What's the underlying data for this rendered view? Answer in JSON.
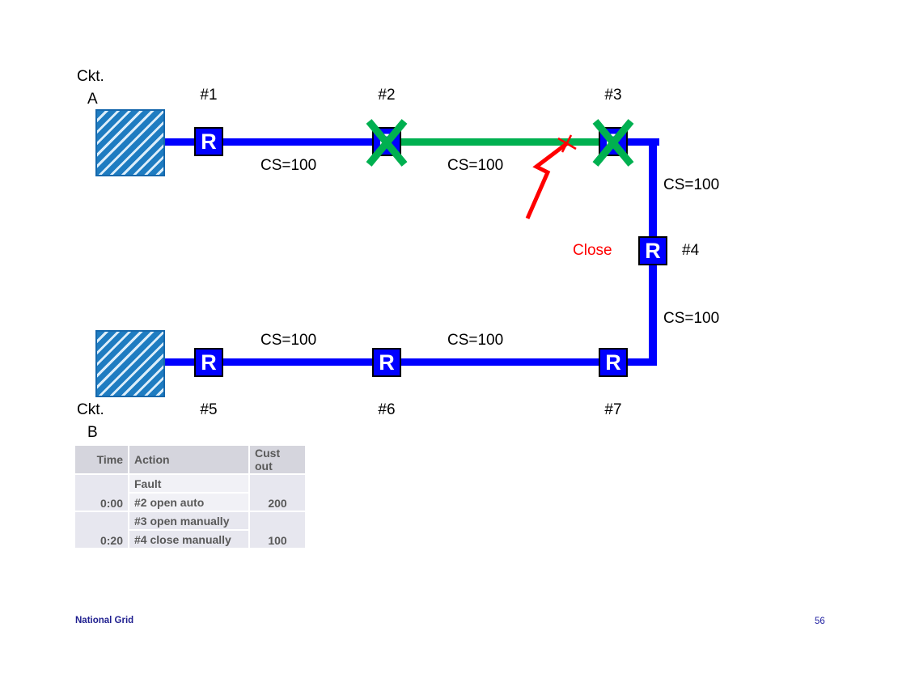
{
  "slide": {
    "footer": {
      "brand": "National Grid",
      "page_number": "56"
    }
  },
  "diagram": {
    "source_a": {
      "line1": "Ckt.",
      "line2": "A"
    },
    "source_b": {
      "line1": "Ckt.",
      "line2": "B"
    },
    "device_letter": "R",
    "cs_label": "CS=100",
    "close_label": "Close",
    "devices": [
      {
        "id": "#1"
      },
      {
        "id": "#2"
      },
      {
        "id": "#3"
      },
      {
        "id": "#4"
      },
      {
        "id": "#5"
      },
      {
        "id": "#6"
      },
      {
        "id": "#7"
      }
    ],
    "open_devices": [
      "#2",
      "#3"
    ],
    "icons": {
      "fault": "red-lightning-bolt",
      "open_marker": "green-x"
    },
    "colors": {
      "line_blue": "#0000FF",
      "energized_green": "#00B050",
      "fault_red": "#FF0000",
      "source_fill": "#1E7CC1"
    }
  },
  "table": {
    "headers": [
      "Time",
      "Action",
      "Cust out"
    ],
    "groups": [
      {
        "time": "0:00",
        "actions": [
          "Fault",
          "#2 open auto"
        ],
        "cust_out": "200"
      },
      {
        "time": "0:20",
        "actions": [
          "#3 open manually",
          "#4 close manually"
        ],
        "cust_out": "100"
      }
    ]
  }
}
